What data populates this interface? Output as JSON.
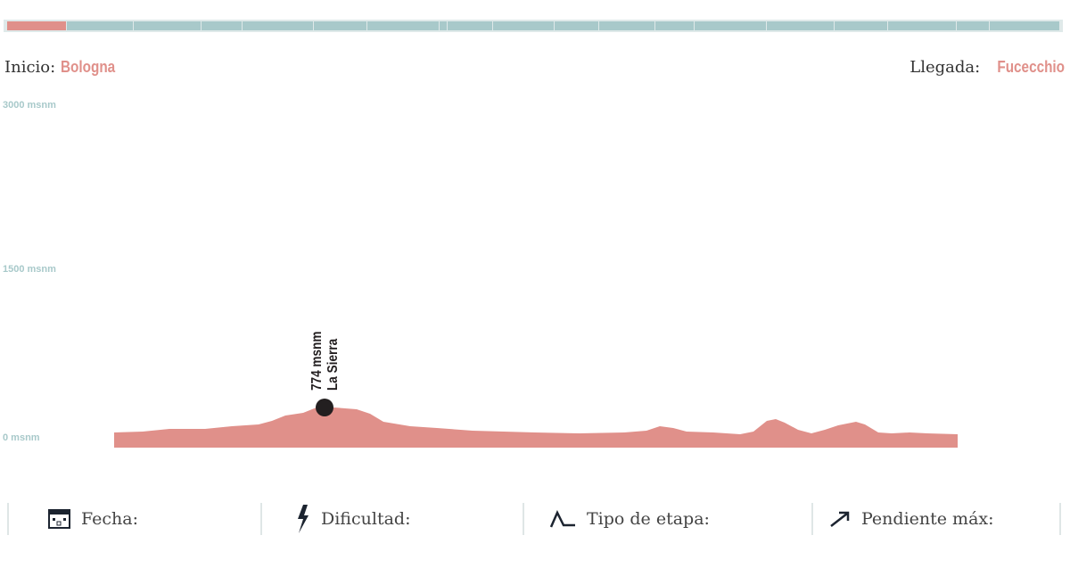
{
  "stages": {
    "total": 20,
    "active_index": 0
  },
  "start": {
    "label": "Inicio:",
    "city": "Bologna"
  },
  "end": {
    "label": "Llegada:",
    "city": "Fucecchio"
  },
  "chart_data": {
    "type": "area",
    "y_ticks": [
      "3000 msnm",
      "1500 msnm",
      "0 msnm"
    ],
    "ylim": [
      0,
      3000
    ],
    "peak": {
      "elevation_label": "774 msnm",
      "name": "La Sierra"
    },
    "colors": {
      "profile": "#e0908a",
      "axis": "#a8c9ca"
    }
  },
  "info": [
    {
      "icon": "calendar-icon",
      "label": "Fecha:"
    },
    {
      "icon": "lightning-icon",
      "label": "Dificultad:"
    },
    {
      "icon": "stage-type-icon",
      "label": "Tipo de etapa:"
    },
    {
      "icon": "arrow-up-right-icon",
      "label": "Pendiente máx:"
    }
  ]
}
